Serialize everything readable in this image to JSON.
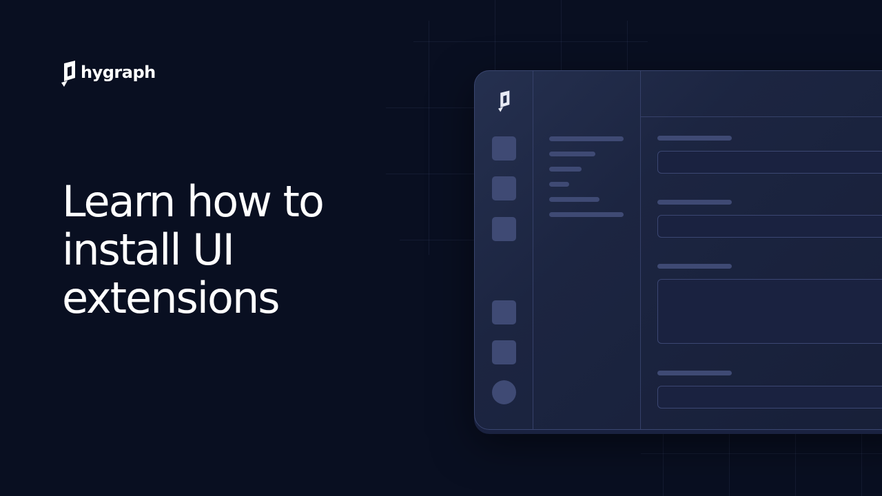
{
  "brand": {
    "name": "hygraph",
    "logo_icon": "hygraph-logo-icon"
  },
  "headline": {
    "line1": "Learn how to",
    "line2": "install UI",
    "line3": "extensions"
  },
  "mockup": {
    "rail_icon_count": 5,
    "submenu_item_count": 6,
    "field_count": 4,
    "accent_color": "#5a54f0"
  },
  "colors": {
    "background": "#090f21",
    "window": "#1c2541",
    "placeholder": "#3f4a74",
    "text": "#ffffff"
  }
}
